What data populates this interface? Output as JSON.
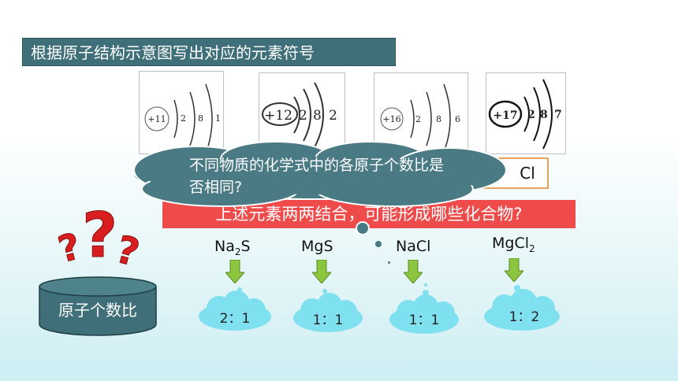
{
  "title": "根据原子结构示意图写出对应的元素符号",
  "atoms": [
    {
      "nucleus": "+11",
      "shells": [
        "2",
        "8",
        "1"
      ]
    },
    {
      "nucleus": "+12",
      "shells": [
        "2",
        "8",
        "2"
      ]
    },
    {
      "nucleus": "+16",
      "shells": [
        "2",
        "8",
        "6"
      ]
    },
    {
      "nucleus": "+17",
      "shells": [
        "2",
        "8",
        "7"
      ]
    }
  ],
  "answer_symbol": "Cl",
  "bubble_text": "不同物质的化学式中的各原子个数比是否相同?",
  "question": "上述元素两两结合，可能形成哪些化合物?",
  "compounds": [
    {
      "base": "Na",
      "sub": "2",
      "tail": "S",
      "ratio": "2：1"
    },
    {
      "base": "MgS",
      "sub": "",
      "tail": "",
      "ratio": "1：1"
    },
    {
      "base": "NaCl",
      "sub": "",
      "tail": "",
      "ratio": "1：1"
    },
    {
      "base": "MgCl",
      "sub": "2",
      "tail": "",
      "ratio": "1：2"
    }
  ],
  "cylinder_label": "原子个数比",
  "colors": {
    "title_bg": "#3f6f78",
    "red_bar": "#ef4b4b",
    "arrow": "#8cc63f",
    "cloud": "#7fe0ef",
    "bubble": "#4a7a84"
  }
}
